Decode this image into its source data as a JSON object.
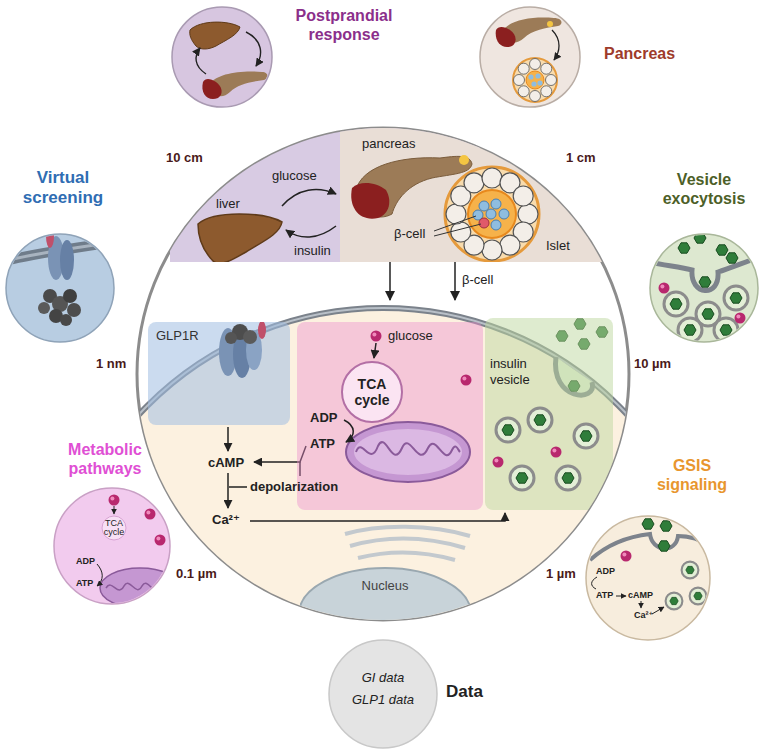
{
  "diagram": {
    "nodes": [
      {
        "text": [
          "Postprandial response"
        ]
      },
      {
        "text": [
          "Pancreas"
        ]
      },
      {
        "text": [
          "Virtual screening"
        ]
      },
      {
        "text": [
          "Vesicle exocytosis"
        ]
      },
      {
        "text": [
          "liver",
          "glucose",
          "insulin"
        ]
      },
      {
        "text": [
          "pancreas",
          "β-cell",
          "Islet"
        ]
      },
      {
        "text": [
          "cAMP",
          "depolarization",
          "Ca²⁺"
        ]
      },
      {
        "text": [
          "GLP1R"
        ],
        "in": 6
      },
      {
        "text": [
          "glucose",
          "ADP",
          "ATP"
        ],
        "in": 6
      },
      {
        "text": [
          "TCA cycle"
        ],
        "in": 8
      },
      {
        "text": [
          "insulin vesicle"
        ],
        "in": 6
      },
      {
        "text": [
          "Nucleus"
        ],
        "in": 6
      },
      {
        "text": [
          "Metabolic pathways",
          "TCA cycle",
          "ADP",
          "ATP"
        ]
      },
      {
        "text": [
          "GSIS signaling",
          "ADP",
          "ATP",
          "cAMP",
          "Ca²⁺"
        ]
      },
      {
        "text": [
          "GI data",
          "GLP1 data",
          "Data"
        ]
      }
    ],
    "edges": [
      {
        "from": 5,
        "to": 6,
        "arrow": "to"
      },
      {
        "from": 5,
        "to": 6,
        "label": "β-cell",
        "arrow": "to"
      }
    ],
    "labels": [
      "10 cm",
      "1 cm",
      "1 nm",
      "10 µm",
      "0.1 µm",
      "1 µm"
    ]
  }
}
